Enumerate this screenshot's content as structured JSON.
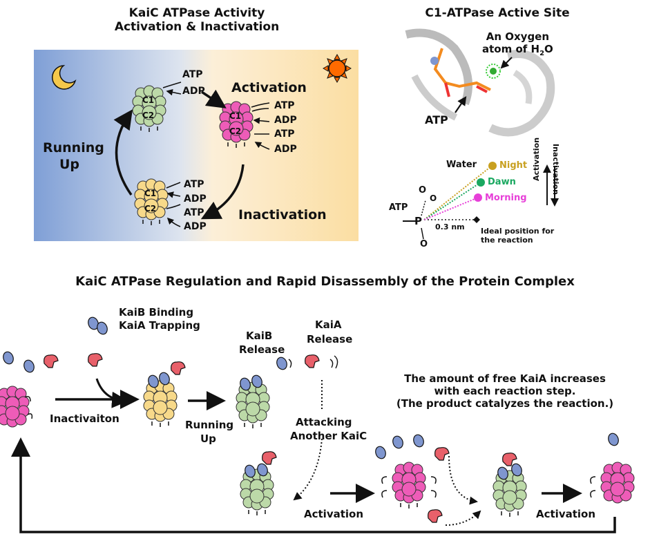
{
  "panel_a": {
    "title_line1": "KaiC ATPase Activity",
    "title_line2": "Activation & Inactivation",
    "activation": "Activation",
    "inactivation": "Inactivation",
    "running": "Running",
    "up": "Up",
    "atp": "ATP",
    "adp": "ADP",
    "c1": "C1",
    "c2": "C2"
  },
  "panel_b": {
    "title": "C1-ATPase Active Site",
    "oxygen_line1": "An Oxygen",
    "oxygen_line2_prefix": "atom of H",
    "oxygen_sub": "2",
    "oxygen_suffix": "O",
    "atp": "ATP",
    "water": "Water",
    "night": "Night",
    "dawn": "Dawn",
    "morning": "Morning",
    "distance": "0.3 nm",
    "ideal_line1": "Ideal position for",
    "ideal_line2": "the reaction",
    "p": "P",
    "o": "O",
    "activation_axis": "Activation",
    "inactivation_axis": "Inactivation"
  },
  "panel_c": {
    "title": "KaiC ATPase Regulation and Rapid Disassembly of the Protein Complex",
    "kaib_binding": "KaiB Binding",
    "kaia_trapping": "KaiA Trapping",
    "kaib": "KaiB",
    "kaia": "KaiA",
    "release": "Release",
    "inactivaiton": "Inactivaiton",
    "running": "Running",
    "up": "Up",
    "attacking": "Attacking",
    "another_kaic": "Another KaiC",
    "note_line1": "The amount of free KaiA increases",
    "note_line2": "with each reaction step.",
    "note_line3": "(The product catalyzes the reaction.)",
    "activation": "Activation"
  },
  "colors": {
    "night_bg": "#7f9fd6",
    "day_bg": "#fbe0a6",
    "green": "#bcd9a8",
    "pink": "#ee5cb8",
    "yellow": "#f7d98a",
    "kaib_blue": "#7f96cf",
    "kaia_red": "#e8606a",
    "night_dot": "#c8a020",
    "dawn_dot": "#1aa860",
    "morning_dot": "#e73fd8"
  }
}
